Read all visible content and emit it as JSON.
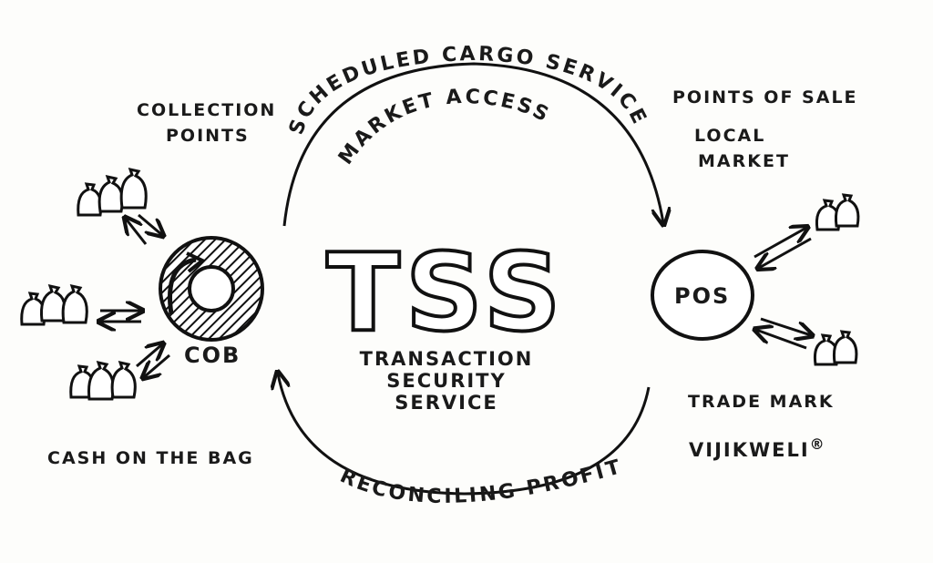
{
  "diagram": {
    "center": {
      "acronym": "TSS",
      "line1": "TRANSACTION",
      "line2": "SECURITY",
      "line3": "SERVICE"
    },
    "top_arc": {
      "line1": "SCHEDULED CARGO SERVICE",
      "line2": "MARKET ACCESS"
    },
    "bottom_arc": {
      "label": "RECONCILING PROFIT"
    },
    "left": {
      "node": "COB",
      "collection_line1": "COLLECTION",
      "collection_line2": "POINTS",
      "caption": "CASH ON THE BAG"
    },
    "right": {
      "node": "POS",
      "points_of_sale": "POINTS OF SALE",
      "local_line1": "LOCAL",
      "local_line2": "MARKET",
      "trademark_label": "TRADE MARK",
      "trademark": "VIJIKWELI",
      "registered": "®"
    }
  }
}
